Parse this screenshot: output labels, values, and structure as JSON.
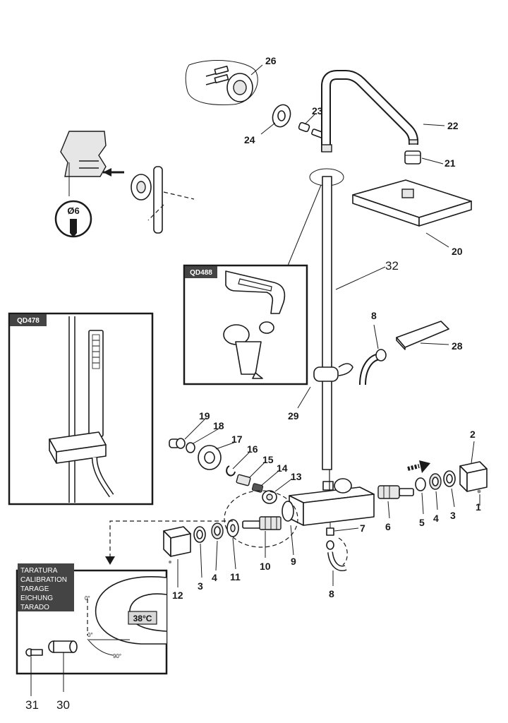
{
  "part_numbers": {
    "p1": "1",
    "p2": "2",
    "p3": "3",
    "p3b": "3",
    "p4": "4",
    "p4b": "4",
    "p5": "5",
    "p6": "6",
    "p7": "7",
    "p8": "8",
    "p8b": "8",
    "p9": "9",
    "p10": "10",
    "p11": "11",
    "p12": "12",
    "p13": "13",
    "p14": "14",
    "p15": "15",
    "p16": "16",
    "p17": "17",
    "p18": "18",
    "p19": "19",
    "p20": "20",
    "p21": "21",
    "p22": "22",
    "p23": "23",
    "p24": "24",
    "p26": "26",
    "p28": "28",
    "p29": "29",
    "p30": "30",
    "p31": "31",
    "p32": "32"
  },
  "drill_label": "Ø6",
  "inset_qd488": "QD488",
  "inset_qd478": "QD478",
  "calibration": {
    "lines": [
      "TARATURA",
      "CALIBRATION",
      "TARAGE",
      "EICHUNG",
      "TARADO"
    ],
    "temperature": "38°C",
    "angle_top": "0°",
    "angle_mid": "0°",
    "angle_90": "90°"
  }
}
